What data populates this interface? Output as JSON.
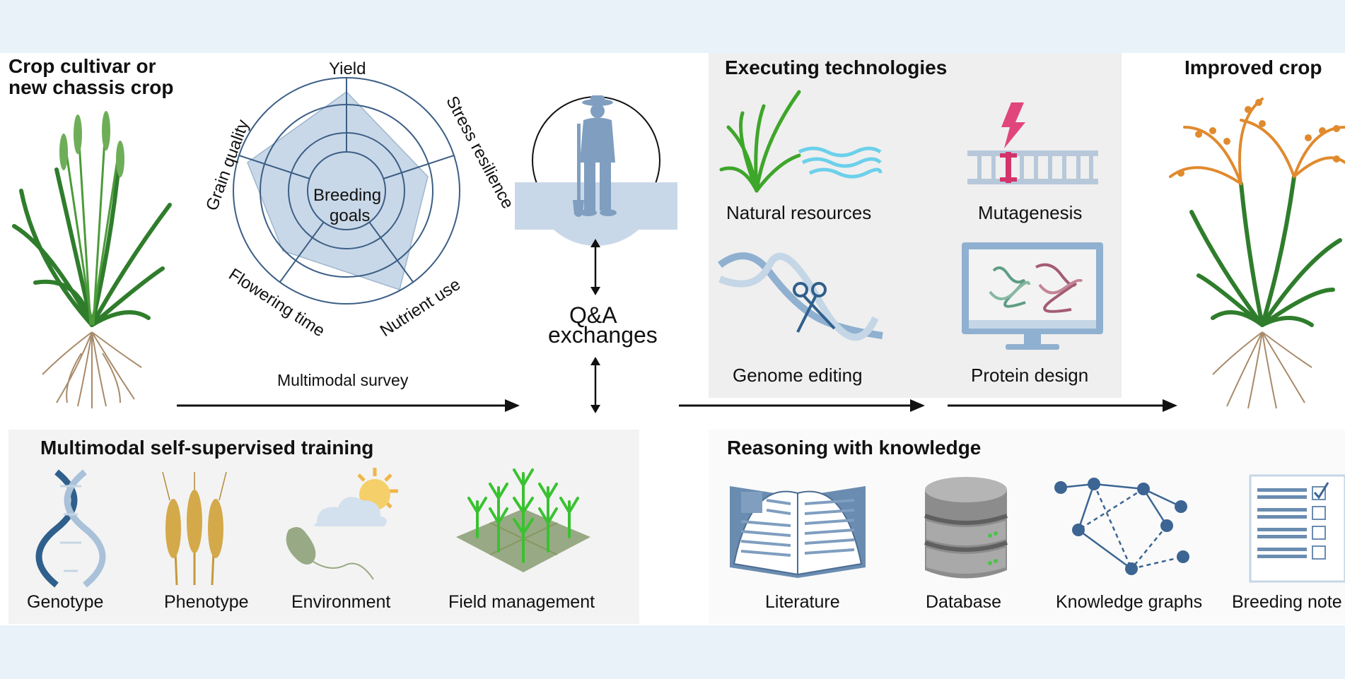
{
  "crop_input": {
    "title_line1": "Crop cultivar or",
    "title_line2": "new chassis crop"
  },
  "breeding_goals": {
    "center_line1": "Breeding",
    "center_line2": "goals",
    "axes": [
      "Yield",
      "Stress resilience",
      "Nutrient use",
      "Flowering time",
      "Grain quality"
    ]
  },
  "survey": {
    "label": "Multimodal survey"
  },
  "qa": {
    "line1": "Q&A",
    "line2": "exchanges"
  },
  "executing": {
    "title": "Executing technologies",
    "items": [
      "Natural resources",
      "Mutagenesis",
      "Genome editing",
      "Protein design"
    ]
  },
  "output": {
    "title": "Improved crop"
  },
  "training": {
    "title": "Multimodal self-supervised training",
    "items": [
      "Genotype",
      "Phenotype",
      "Environment",
      "Field management"
    ]
  },
  "reasoning": {
    "title": "Reasoning with knowledge",
    "items": [
      "Literature",
      "Database",
      "Knowledge graphs",
      "Breeding note"
    ]
  },
  "colors": {
    "background": "#eaf2f9",
    "panel_grey": "#efefef",
    "steel_blue": "#7f9ec0",
    "radar_fill": "#c9d8e8",
    "bolt": "#e0457b"
  }
}
